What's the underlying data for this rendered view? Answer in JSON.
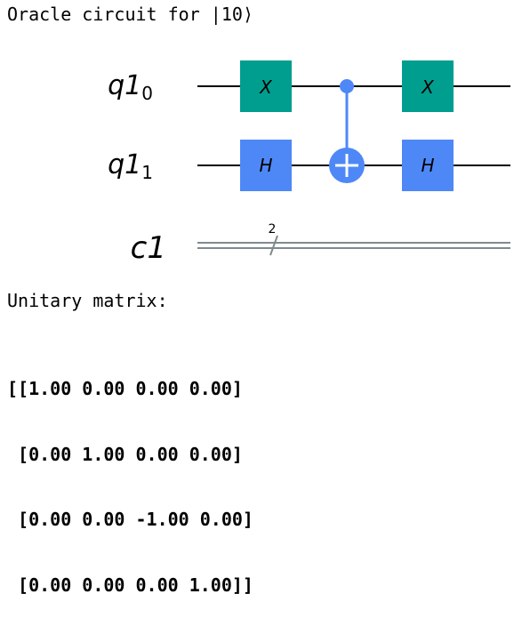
{
  "header": {
    "title": "Oracle circuit for |10⟩"
  },
  "circuit": {
    "qubits": [
      {
        "name": "q1",
        "index": "0"
      },
      {
        "name": "q1",
        "index": "1"
      }
    ],
    "classical": {
      "name": "c1",
      "width_label": "2"
    },
    "gates": [
      {
        "label": "X",
        "color": "#009e8f"
      },
      {
        "label": "H",
        "color": "#4e88f7"
      },
      {
        "label": "X",
        "color": "#009e8f"
      },
      {
        "label": "H",
        "color": "#4e88f7"
      }
    ],
    "control_color": "#4e88f7",
    "wire_color": "#000000",
    "classical_wire_color": "#7f8a8f"
  },
  "output": {
    "heading": "Unitary matrix:",
    "matrix_rows": [
      "[[1.00 0.00 0.00 0.00]",
      " [0.00 1.00 0.00 0.00]",
      " [0.00 0.00 -1.00 0.00]",
      " [0.00 0.00 0.00 1.00]]"
    ]
  }
}
